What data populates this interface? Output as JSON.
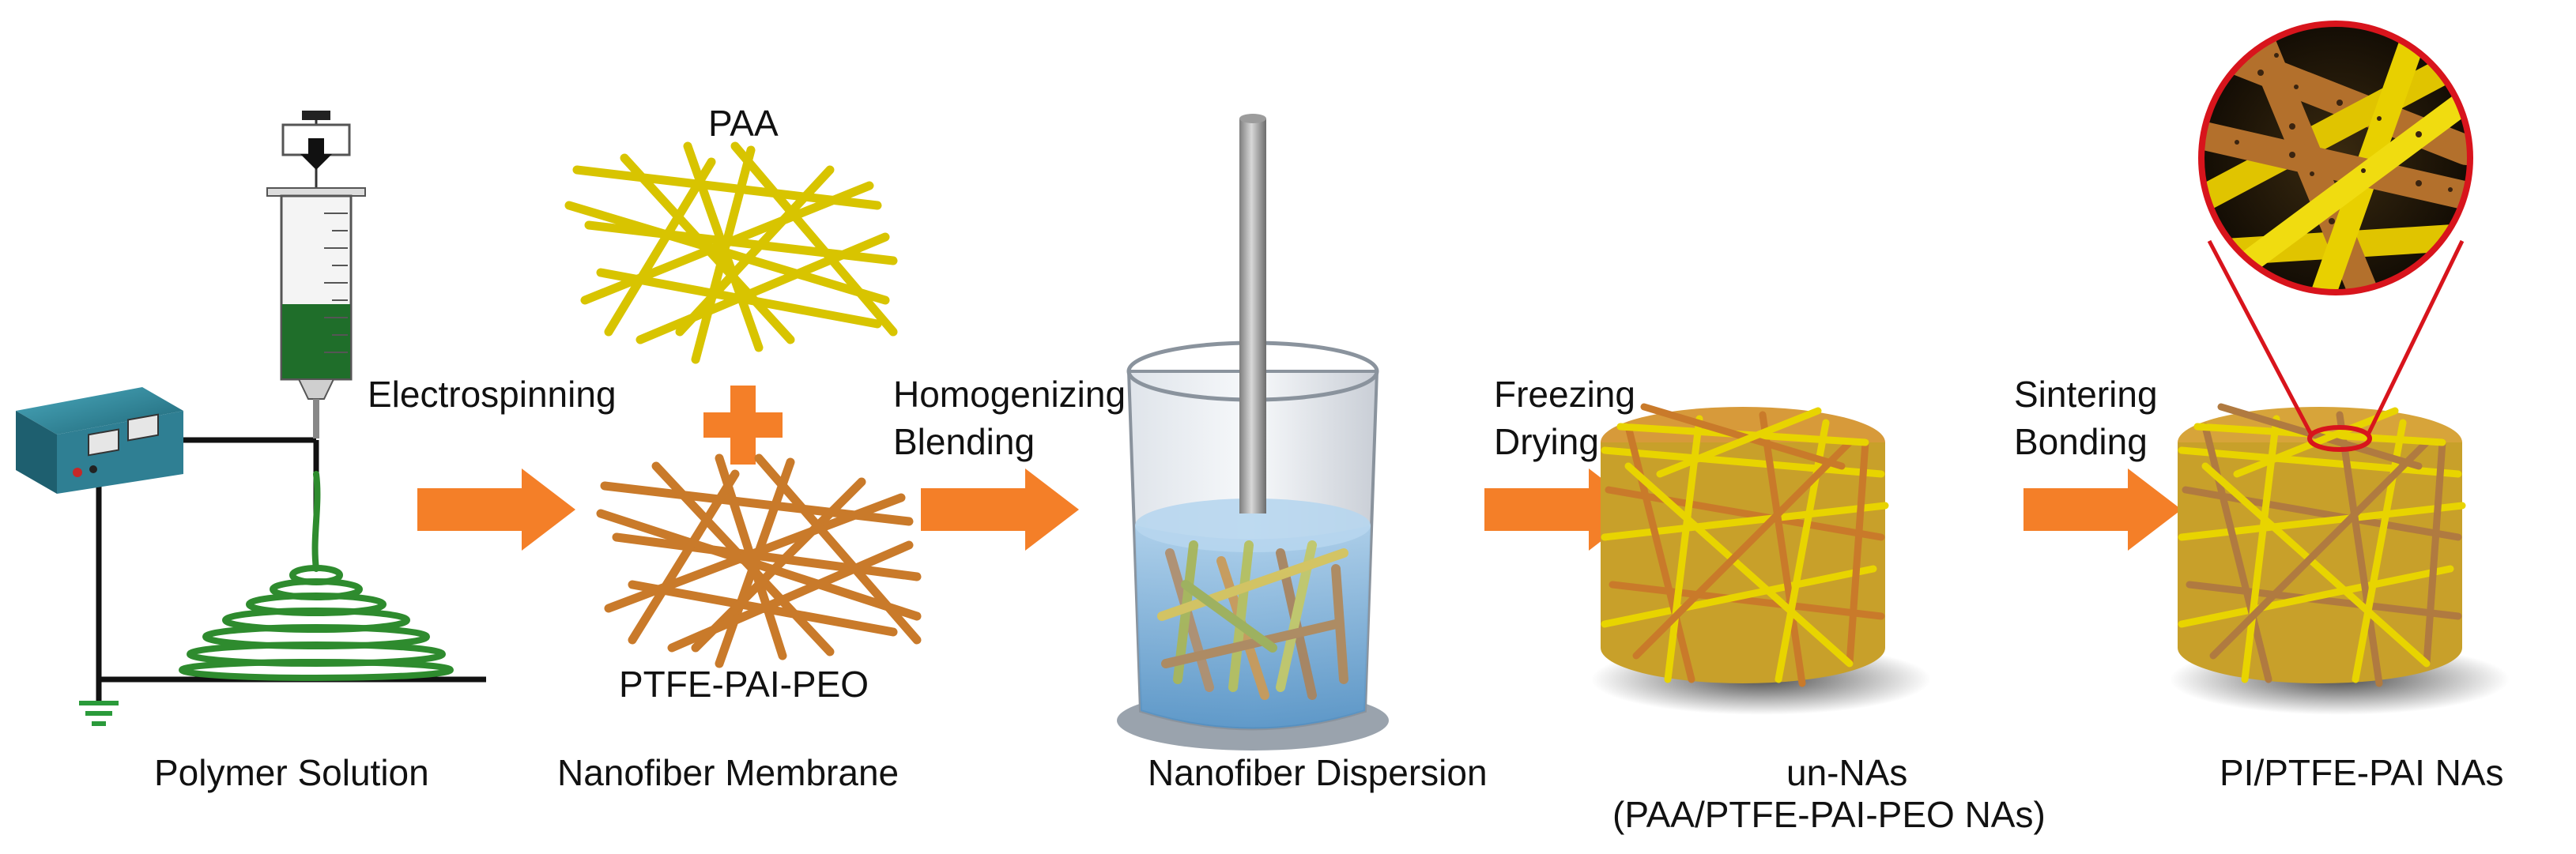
{
  "labels": {
    "paa": "PAA",
    "ptfe_pai_peo": "PTFE-PAI-PEO"
  },
  "steps": {
    "electrospinning": "Electrospinning",
    "homogenizing": "Homogenizing",
    "blending": "Blending",
    "freezing": "Freezing",
    "drying": "Drying",
    "sintering": "Sintering",
    "bonding": "Bonding"
  },
  "captions": {
    "polymer_solution": "Polymer Solution",
    "nanofiber_membrane": "Nanofiber Membrane",
    "nanofiber_dispersion": "Nanofiber Dispersion",
    "un_nas": "un-NAs",
    "un_nas_detail": "(PAA/PTFE-PAI-PEO NAs)",
    "pi_nas": "PI/PTFE-PAI NAs"
  },
  "colors": {
    "arrow": "#f47f28",
    "paa_fiber": "#e8d400",
    "ptfe_fiber": "#c97a2a",
    "jet": "#2e8b2e",
    "magnifier": "#d8141c",
    "liquid": "#6aa6d6",
    "device": "#2f7f93"
  }
}
